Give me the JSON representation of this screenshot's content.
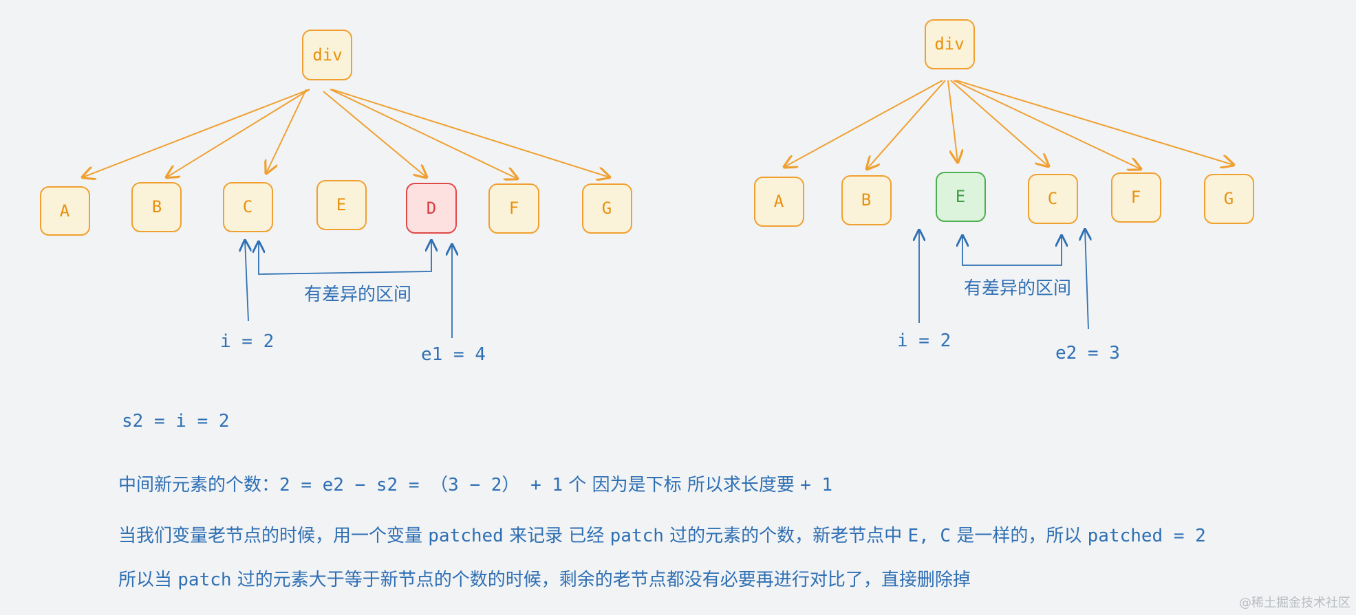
{
  "left_tree": {
    "root": "div",
    "children": [
      "A",
      "B",
      "C",
      "E",
      "D",
      "F",
      "G"
    ],
    "highlight": "D",
    "diff_label": "有差异的区间",
    "i_label": "i = 2",
    "e_label": "e1 = 4"
  },
  "right_tree": {
    "root": "div",
    "children": [
      "A",
      "B",
      "E",
      "C",
      "F",
      "G"
    ],
    "highlight": "E",
    "diff_label": "有差异的区间",
    "i_label": "i = 2",
    "e_label": "e2 = 3"
  },
  "text": {
    "s2_line": "s2 = i = 2",
    "count_prefix": "中间新元素的个数：",
    "count_formula": "2 = e2 − s2 = （3 − 2） + 1",
    "count_suffix": " 个  因为是下标  所以求长度要 ",
    "count_plus": "+ 1",
    "line3_a": "当我们变量老节点的时候，用一个变量 ",
    "line3_code1": "patched",
    "line3_b": " 来记录  已经 ",
    "line3_code2": "patch",
    "line3_c": " 过的元素的个数，新老节点中 ",
    "line3_code3": "E, C",
    "line3_d": " 是一样的，所以 ",
    "line3_code4": "patched = 2",
    "line4_a": "所以当 ",
    "line4_code": "patch",
    "line4_b": " 过的元素大于等于新节点的个数的时候，剩余的老节点都没有必要再进行对比了，直接删除掉"
  },
  "watermark": "@稀土掘金技术社区",
  "colors": {
    "node_fill": "#fbf3d9",
    "node_stroke": "#f0a030",
    "node_text": "#e8900e",
    "edge": "#f0a030",
    "annotation": "#2f6fb3",
    "removed_fill": "#fde0e0",
    "removed_stroke": "#e04848",
    "removed_text": "#d83a3a",
    "added_fill": "#dcf3dc",
    "added_stroke": "#4caf50",
    "added_text": "#3f9c45"
  }
}
